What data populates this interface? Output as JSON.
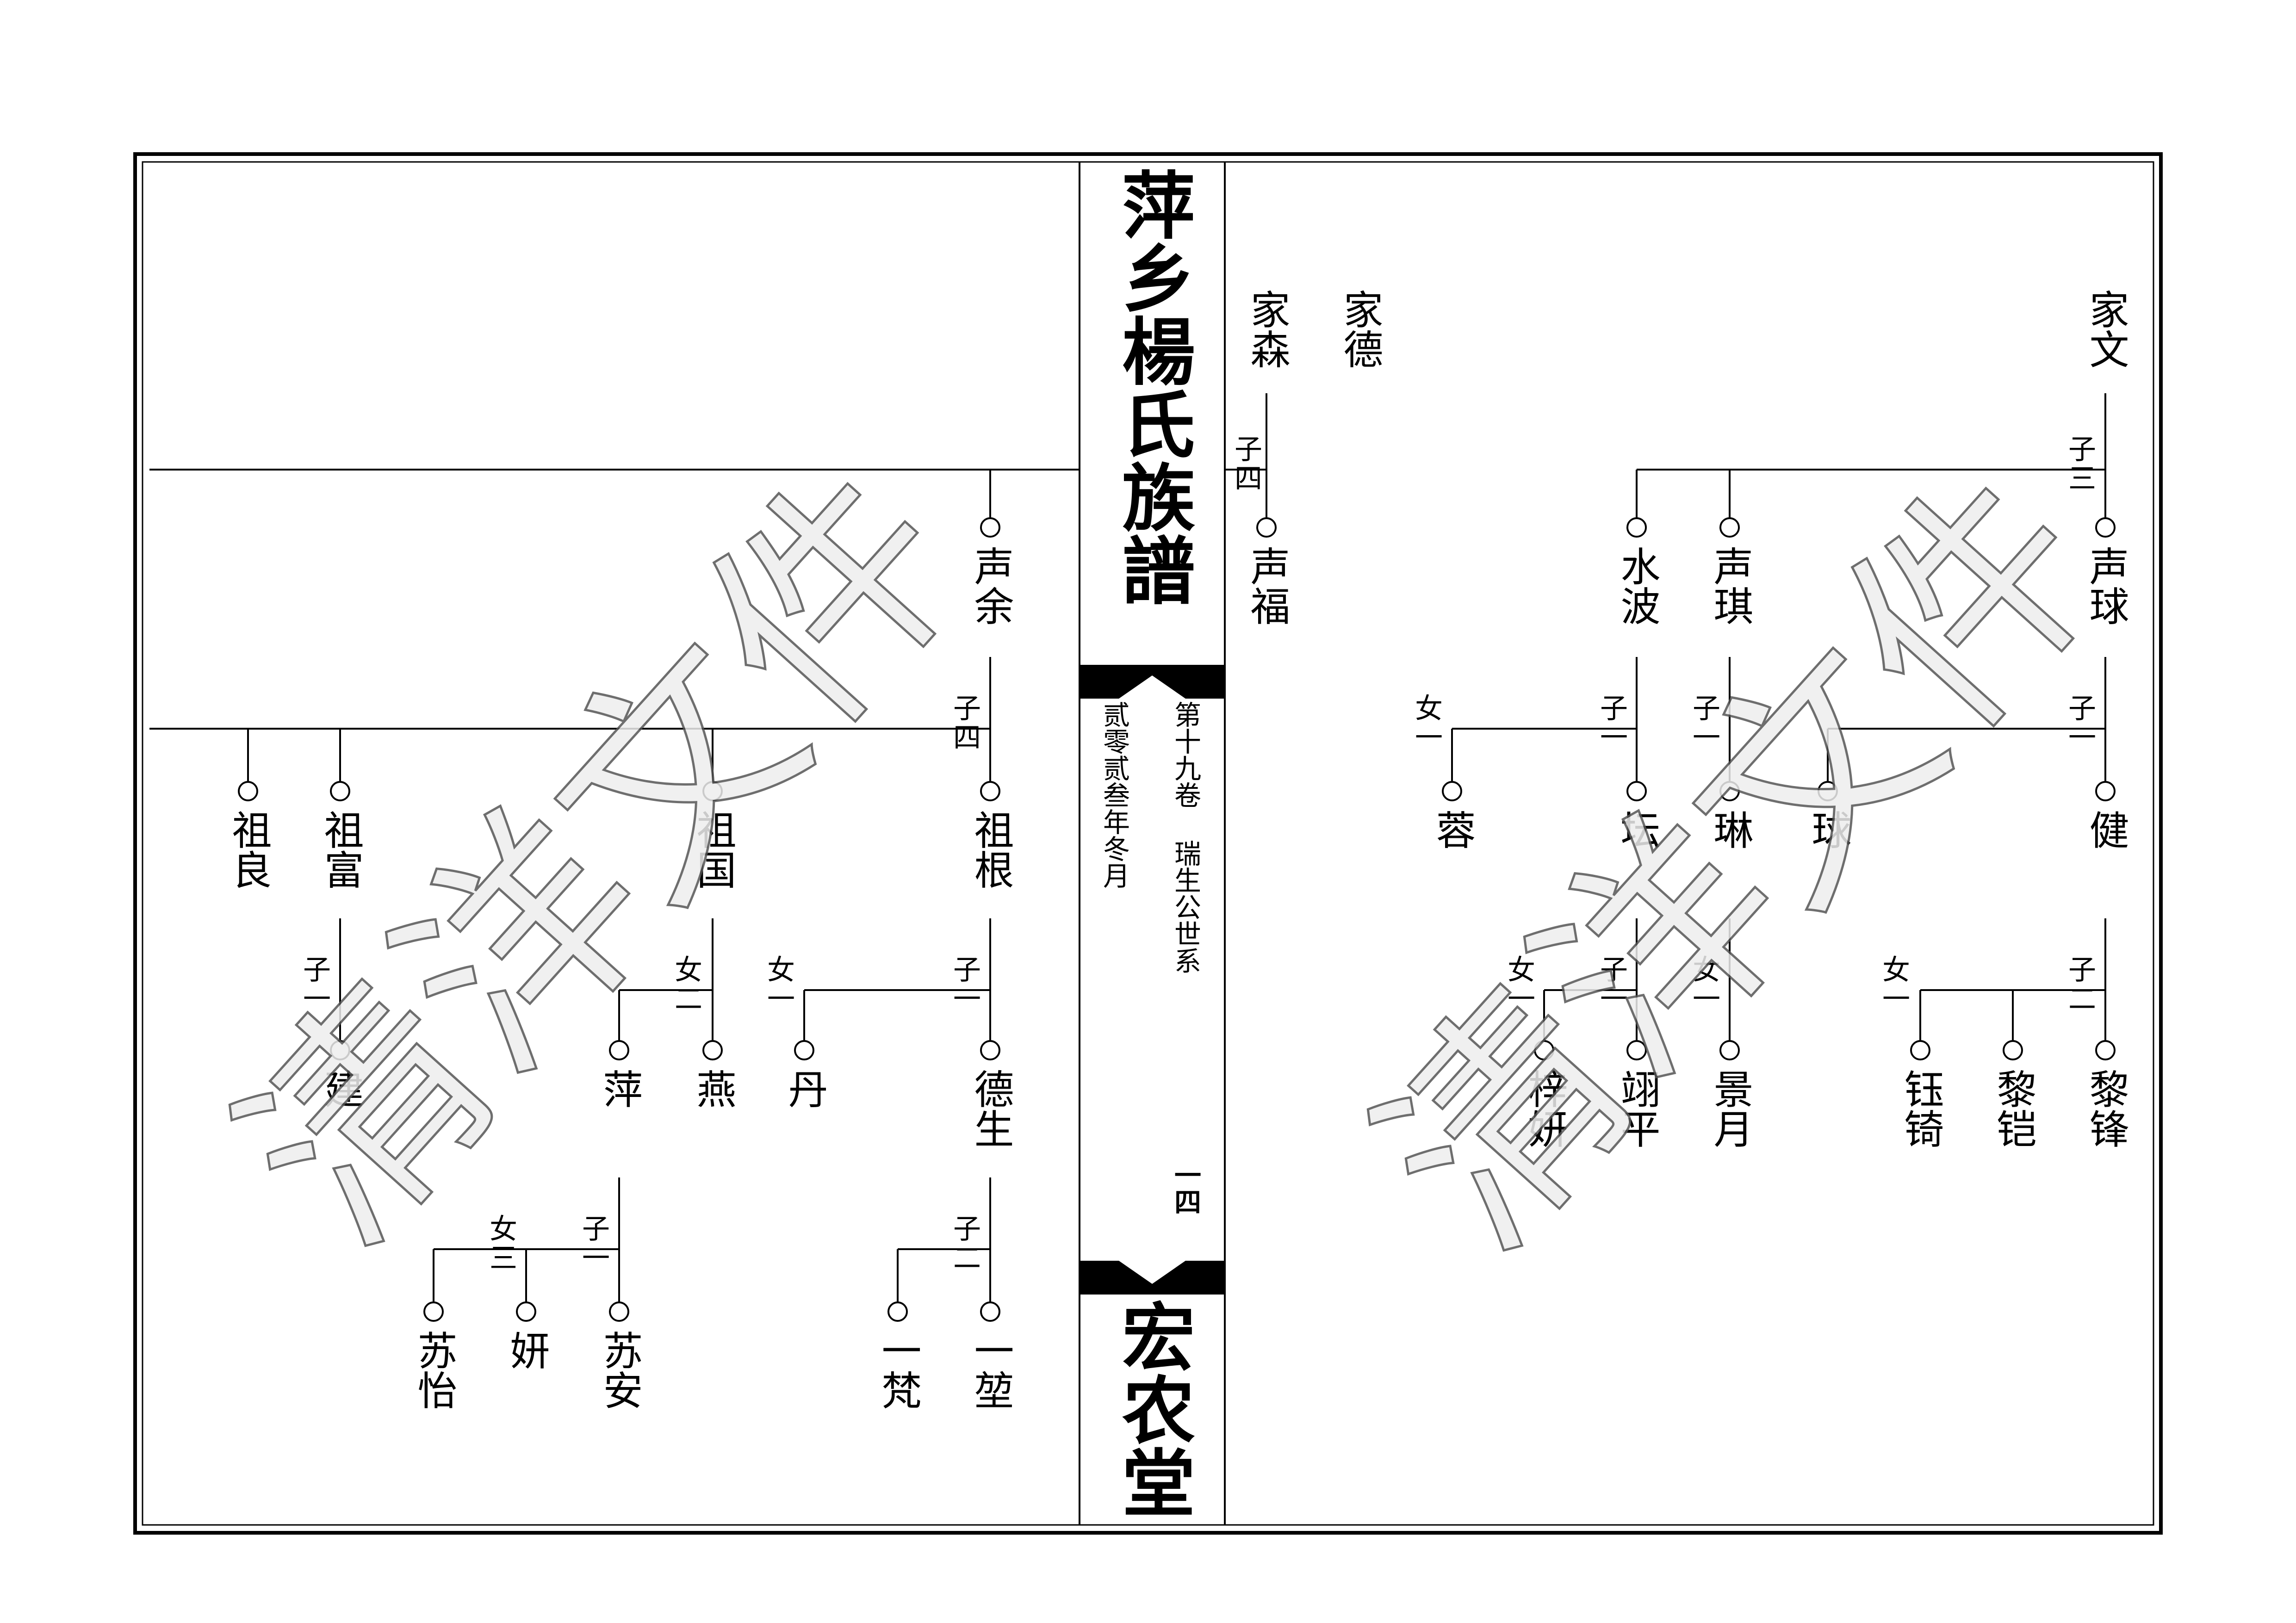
{
  "book": {
    "title": "萍乡楊氏族譜",
    "hall": "宏农堂",
    "volume": "第十九卷",
    "branch": "瑞生公世系",
    "date": "贰零贰叁年冬月",
    "page_number": "一四"
  },
  "watermark": "清洋文件",
  "right_page": {
    "gen1": [
      "家文",
      "家德",
      "家森"
    ],
    "gen2": [
      "声球",
      "声琪",
      "水波",
      "声福"
    ],
    "gen3": [
      "健",
      "球",
      "琳",
      "坛",
      "蓉"
    ],
    "gen4": [
      "黎锋",
      "黎铠",
      "钰锜",
      "景月",
      "翊平",
      "梓妍"
    ],
    "rel": {
      "jiawen": [
        "子",
        "三"
      ],
      "jiasen": [
        "子",
        "四"
      ],
      "shengqiu": [
        "子",
        "一"
      ],
      "shengqi": [
        "子",
        "一"
      ],
      "shuibo_son": [
        "子",
        "一"
      ],
      "shuibo_dau": [
        "女",
        "一"
      ],
      "jian_son": [
        "子",
        "二"
      ],
      "jian_dau": [
        "女",
        "一"
      ],
      "lin_dau": [
        "女",
        "一"
      ],
      "tan_son": [
        "子",
        "一"
      ],
      "tan_dau": [
        "女",
        "一"
      ]
    }
  },
  "left_page": {
    "gen2": [
      "声余"
    ],
    "gen3": [
      "祖根",
      "祖国",
      "祖富",
      "祖良"
    ],
    "gen4": [
      "德生",
      "丹",
      "燕",
      "萍",
      "建"
    ],
    "gen5": [
      "一堃",
      "一梵",
      "苏安",
      "妍",
      "苏怡"
    ],
    "rel": {
      "shengyu": [
        "子",
        "四"
      ],
      "zugen_son": [
        "子",
        "一"
      ],
      "zugen_dau": [
        "女",
        "一"
      ],
      "zuguo_dau": [
        "女",
        "二"
      ],
      "zufu": [
        "子",
        "一"
      ],
      "desheng": [
        "子",
        "二"
      ],
      "jian_son": [
        "子",
        "一"
      ],
      "jian_dau": [
        "女",
        "三"
      ]
    }
  }
}
